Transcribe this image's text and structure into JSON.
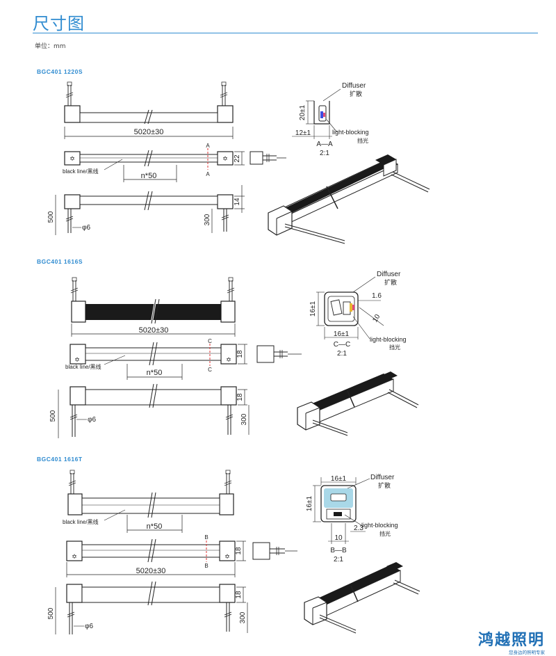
{
  "page": {
    "title": "尺寸图",
    "unit_label": "单位：mm",
    "brand": {
      "name": "鸿越照明",
      "slogan": "您身边的照明专家"
    }
  },
  "sections": [
    {
      "model": "BGC401  1220S",
      "length_label": "5020±30",
      "section_marker": "A",
      "height_top": "22",
      "height_bottom": "14",
      "pitch_label": "n*50",
      "wire_label": "black line/黑线",
      "lead_length_left": "500",
      "lead_length_right": "300",
      "wire_diameter": "φ6",
      "cross_section": {
        "title": "A—A",
        "scale": "2:1",
        "dim_height": "20±1",
        "dim_width": "12±1",
        "diffuser_en": "Diffuser",
        "diffuser_cn": "扩散",
        "blocking_en": "light-blocking",
        "blocking_cn": "挡光"
      }
    },
    {
      "model": "BGC401  1616S",
      "length_label": "5020±30",
      "section_marker": "C",
      "height_top": "18",
      "height_bottom": "18",
      "pitch_label": "n*50",
      "wire_label": "black  line/黑线",
      "lead_length_left": "500",
      "lead_length_right": "300",
      "wire_diameter": "φ6",
      "cross_section": {
        "title": "C—C",
        "scale": "2:1",
        "dim_height": "16±1",
        "dim_width": "16±1",
        "dim_top": "1.6",
        "dim_side": "10",
        "diffuser_en": "Diffuser",
        "diffuser_cn": "扩散",
        "blocking_en": "light-blocking",
        "blocking_cn": "挡光"
      }
    },
    {
      "model": "BGC401  1616T",
      "length_label": "5020±30",
      "section_marker": "B",
      "height_top": "18",
      "height_bottom": "18",
      "pitch_label": "n*50",
      "wire_label": "black  line/黑线",
      "lead_length_left": "500",
      "lead_length_right": "300",
      "wire_diameter": "φ6",
      "cross_section": {
        "title": "B—B",
        "scale": "2:1",
        "dim_height": "16±1",
        "dim_width": "16±1",
        "dim_bottom": "10",
        "dim_side": "2.3",
        "diffuser_en": "Diffuser",
        "diffuser_cn": "扩散",
        "blocking_en": "light-blocking",
        "blocking_cn": "挡光"
      }
    }
  ]
}
